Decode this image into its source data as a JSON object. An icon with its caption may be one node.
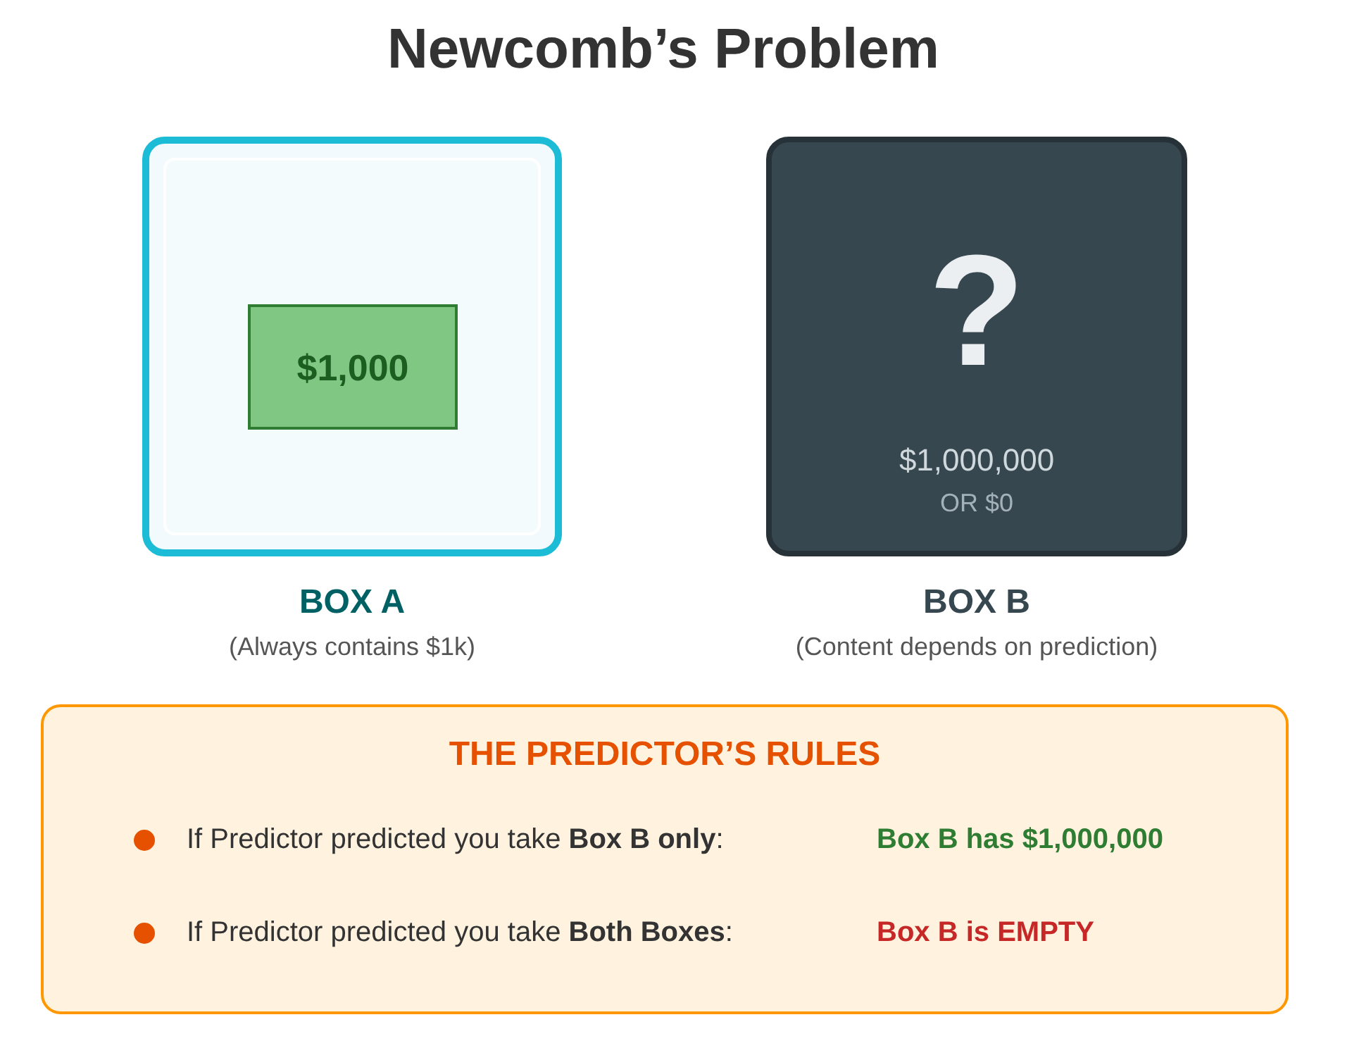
{
  "diagram": {
    "title": "Newcomb’s Problem",
    "nodes": [
      {
        "text": [
          "BOX A",
          "(Always contains $1k)"
        ]
      },
      {
        "text": [
          "$1,000"
        ],
        "in": 0
      },
      {
        "text": [
          "?",
          "$1,000,000",
          "OR $0",
          "BOX B",
          "(Content depends on prediction)"
        ]
      },
      {
        "text": [
          "THE PREDICTOR’S RULES",
          "If Predictor predicted you take **Box B only**:",
          "Box B has $1,000,000",
          "If Predictor predicted you take **Both Boxes**:",
          "Box B is EMPTY"
        ]
      }
    ]
  }
}
